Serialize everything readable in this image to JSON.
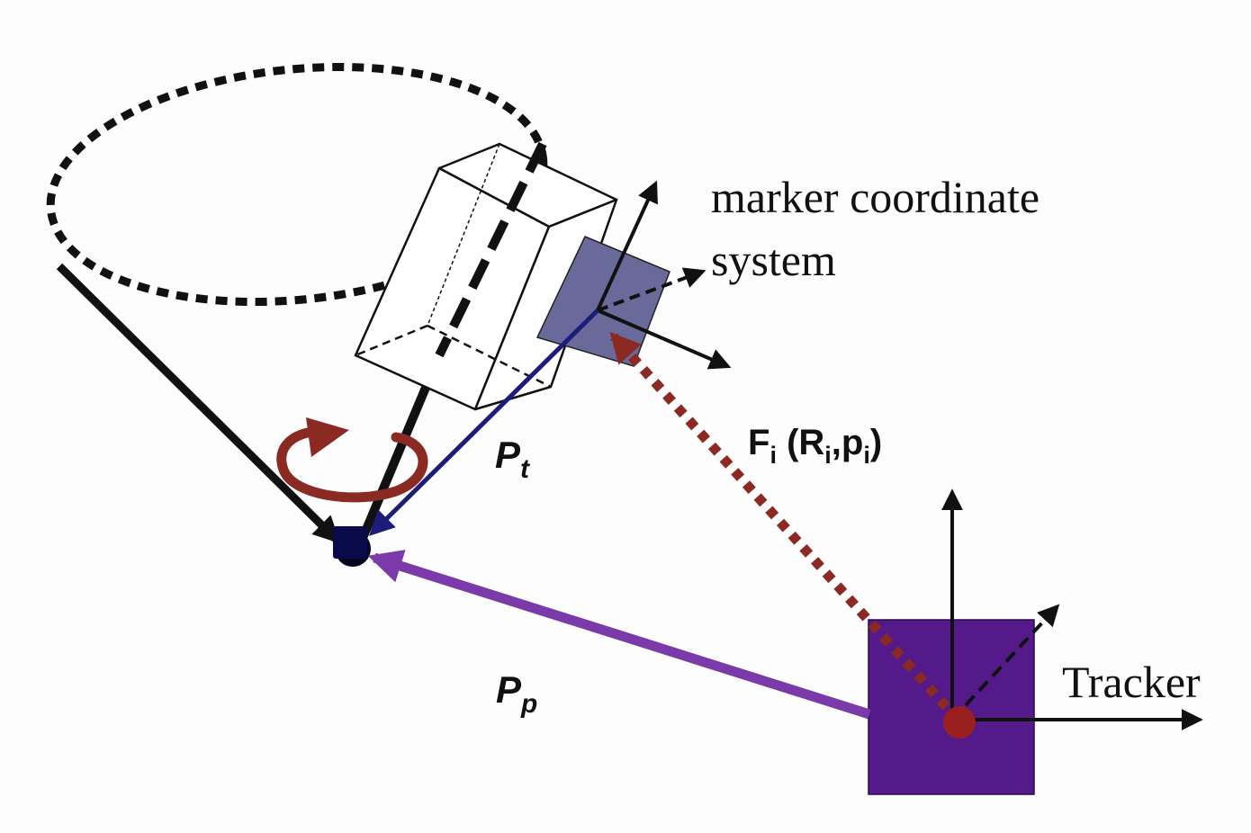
{
  "labels": {
    "marker_line1": "marker coordinate",
    "marker_line2": "system",
    "transform_main": "F",
    "transform_sub": "i",
    "transform_open": " (R",
    "transform_r_sub": "i",
    "transform_comma": ",p",
    "transform_p_sub": "i",
    "transform_close": ")",
    "pt_main": "P",
    "pt_sub": "t",
    "pp_main": "P",
    "pp_sub": "p",
    "tracker": "Tracker"
  },
  "colors": {
    "background": "#fdfdfd",
    "black": "#111111",
    "marker_square": "#6a6a9a",
    "tracker_square": "#541a8a",
    "pt_arrow": "#1c1c7a",
    "pp_arrow": "#7a3aaa",
    "dotted_transform": "#8a2a22",
    "rotation_arrow": "#8a2a22",
    "pivot_point": "#0a0a4a",
    "tracker_origin": "#9a2020"
  },
  "icons": {
    "rotation": "circular-rotation-arrow-icon",
    "pivot": "pivot-point-icon",
    "tracker_origin": "tracker-origin-icon"
  }
}
